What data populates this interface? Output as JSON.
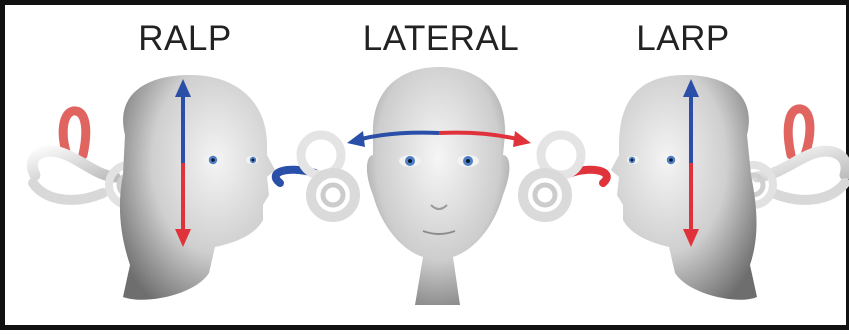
{
  "labels": {
    "left": "RALP",
    "center": "LATERAL",
    "right": "LARP"
  },
  "colors": {
    "blue_arrow": "#2a4fa8",
    "red_arrow": "#e0323a",
    "canal_highlight_red": "#e0645f",
    "canal_highlight_blue": "#2a4fa8",
    "head_skin": "#d9d9d9",
    "iris": "#4f7fc4"
  },
  "icons": {
    "left_panel": "head-right-facing-icon",
    "center_panel": "head-front-facing-icon",
    "right_panel": "head-left-facing-icon",
    "inner_ear": "inner-ear-semicircular-canals-icon"
  }
}
